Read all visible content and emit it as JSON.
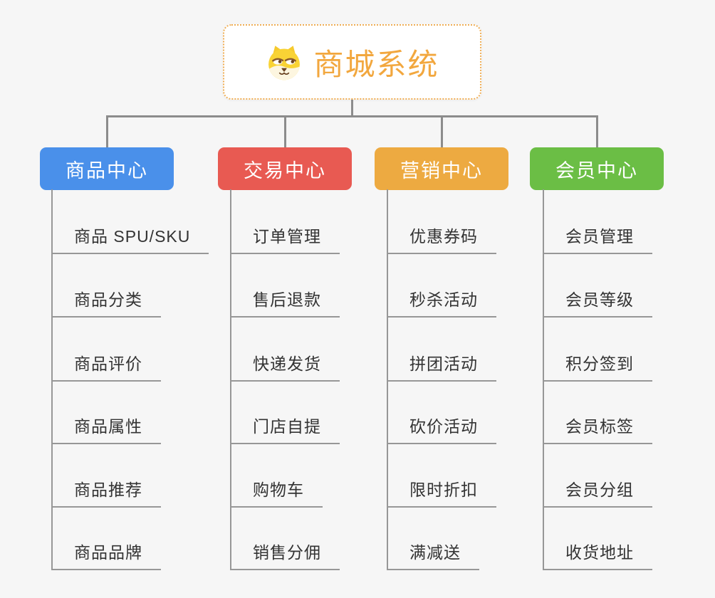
{
  "root": {
    "title": "商城系统",
    "icon": "dog-face-icon"
  },
  "branches": [
    {
      "label": "商品中心",
      "color": "#4a90ea",
      "children": [
        "商品 SPU/SKU",
        "商品分类",
        "商品评价",
        "商品属性",
        "商品推荐",
        "商品品牌"
      ]
    },
    {
      "label": "交易中心",
      "color": "#e85a52",
      "children": [
        "订单管理",
        "售后退款",
        "快递发货",
        "门店自提",
        "购物车",
        "销售分佣"
      ]
    },
    {
      "label": "营销中心",
      "color": "#edaa41",
      "children": [
        "优惠券码",
        "秒杀活动",
        "拼团活动",
        "砍价活动",
        "限时折扣",
        "满减送"
      ]
    },
    {
      "label": "会员中心",
      "color": "#6bbe45",
      "children": [
        "会员管理",
        "会员等级",
        "积分签到",
        "会员标签",
        "会员分组",
        "收货地址"
      ]
    }
  ],
  "style": {
    "background": "#f6f6f6",
    "connector_color": "#8c8c8c",
    "underline_color": "#979797",
    "root_accent": "#f2a73e",
    "root_border": "#efae55",
    "child_text_color": "#333333"
  }
}
